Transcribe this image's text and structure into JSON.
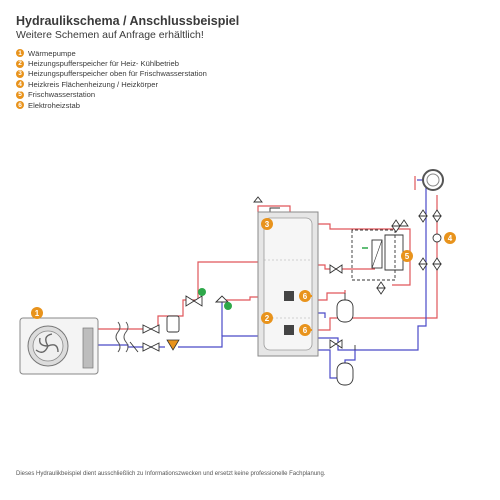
{
  "header": {
    "title": "Hydraulikschema / Anschlussbeispiel",
    "subtitle": "Weitere Schemen auf Anfrage erhältlich!"
  },
  "legend": [
    {
      "num": "1",
      "label": "Wärmepumpe"
    },
    {
      "num": "2",
      "label": "Heizungspufferspeicher für Heiz- Kühlbetrieb"
    },
    {
      "num": "3",
      "label": "Heizungspufferspeicher oben für Frischwasserstation"
    },
    {
      "num": "4",
      "label": "Heizkreis Flächenheizung / Heizkörper"
    },
    {
      "num": "5",
      "label": "Frischwasserstation"
    },
    {
      "num": "6",
      "label": "Elektroheizstab"
    }
  ],
  "markers": {
    "m1": "1",
    "m2": "2",
    "m3": "3",
    "m4": "4",
    "m5": "5",
    "m6a": "6",
    "m6b": "6"
  },
  "colors": {
    "hot": "#e0565b",
    "cold": "#4a4ac8",
    "accent": "#e8931c",
    "tank": "#e6e6e6",
    "green": "#2ea84a"
  },
  "footer": {
    "disclaimer": "Dieses Hydraulikbeispiel dient ausschließlich zu Informationszwecken und ersetzt keine professionelle Fachplanung."
  }
}
